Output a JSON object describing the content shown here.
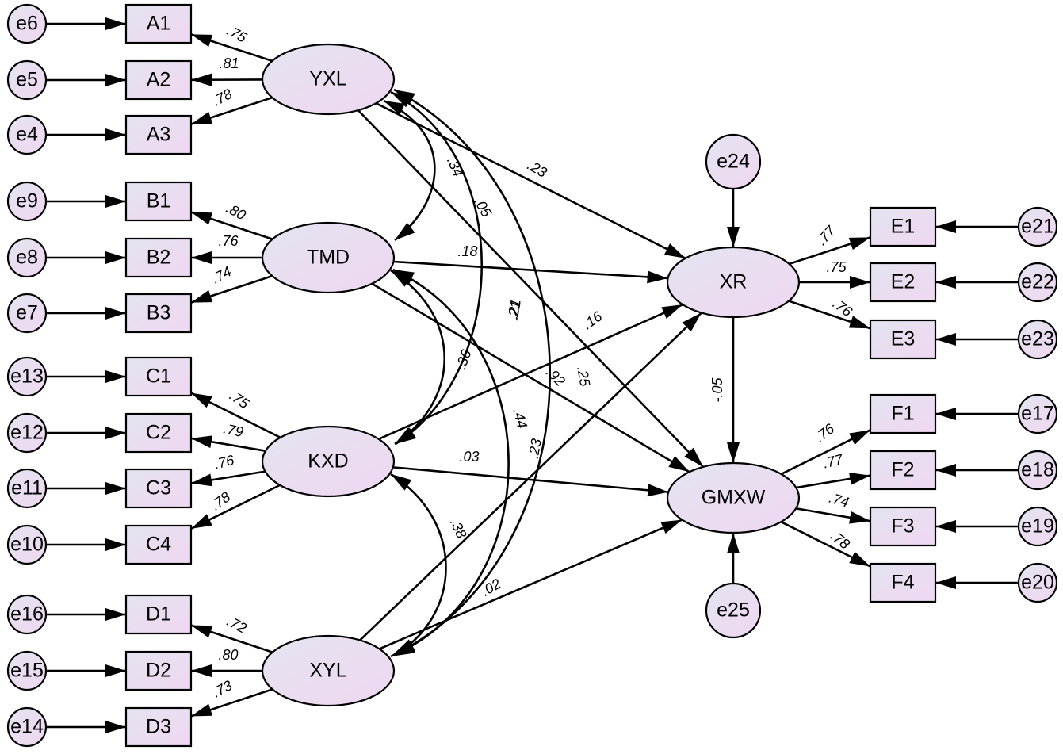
{
  "diagram": {
    "latent": [
      {
        "id": "YXL",
        "label": "YXL"
      },
      {
        "id": "TMD",
        "label": "TMD"
      },
      {
        "id": "KXD",
        "label": "KXD"
      },
      {
        "id": "XYL",
        "label": "XYL"
      },
      {
        "id": "XR",
        "label": "XR"
      },
      {
        "id": "GMXW",
        "label": "GMXW"
      }
    ],
    "observed": [
      {
        "id": "A1",
        "label": "A1"
      },
      {
        "id": "A2",
        "label": "A2"
      },
      {
        "id": "A3",
        "label": "A3"
      },
      {
        "id": "B1",
        "label": "B1"
      },
      {
        "id": "B2",
        "label": "B2"
      },
      {
        "id": "B3",
        "label": "B3"
      },
      {
        "id": "C1",
        "label": "C1"
      },
      {
        "id": "C2",
        "label": "C2"
      },
      {
        "id": "C3",
        "label": "C3"
      },
      {
        "id": "C4",
        "label": "C4"
      },
      {
        "id": "D1",
        "label": "D1"
      },
      {
        "id": "D2",
        "label": "D2"
      },
      {
        "id": "D3",
        "label": "D3"
      },
      {
        "id": "E1",
        "label": "E1"
      },
      {
        "id": "E2",
        "label": "E2"
      },
      {
        "id": "E3",
        "label": "E3"
      },
      {
        "id": "F1",
        "label": "F1"
      },
      {
        "id": "F2",
        "label": "F2"
      },
      {
        "id": "F3",
        "label": "F3"
      },
      {
        "id": "F4",
        "label": "F4"
      }
    ],
    "errors": [
      {
        "id": "e6",
        "label": "e6"
      },
      {
        "id": "e5",
        "label": "e5"
      },
      {
        "id": "e4",
        "label": "e4"
      },
      {
        "id": "e9",
        "label": "e9"
      },
      {
        "id": "e8",
        "label": "e8"
      },
      {
        "id": "e7",
        "label": "e7"
      },
      {
        "id": "e13",
        "label": "e13"
      },
      {
        "id": "e12",
        "label": "e12"
      },
      {
        "id": "e11",
        "label": "e11"
      },
      {
        "id": "e10",
        "label": "e10"
      },
      {
        "id": "e16",
        "label": "e16"
      },
      {
        "id": "e15",
        "label": "e15"
      },
      {
        "id": "e14",
        "label": "e14"
      },
      {
        "id": "e21",
        "label": "e21"
      },
      {
        "id": "e22",
        "label": "e22"
      },
      {
        "id": "e23",
        "label": "e23"
      },
      {
        "id": "e17",
        "label": "e17"
      },
      {
        "id": "e18",
        "label": "e18"
      },
      {
        "id": "e19",
        "label": "e19"
      },
      {
        "id": "e20",
        "label": "e20"
      },
      {
        "id": "e24",
        "label": "e24"
      },
      {
        "id": "e25",
        "label": "e25"
      }
    ],
    "loadings": [
      {
        "from": "YXL",
        "to": "A1",
        "value": ".75"
      },
      {
        "from": "YXL",
        "to": "A2",
        "value": ".81"
      },
      {
        "from": "YXL",
        "to": "A3",
        "value": ".78"
      },
      {
        "from": "TMD",
        "to": "B1",
        "value": ".80"
      },
      {
        "from": "TMD",
        "to": "B2",
        "value": ".76"
      },
      {
        "from": "TMD",
        "to": "B3",
        "value": ".74"
      },
      {
        "from": "KXD",
        "to": "C1",
        "value": ".75"
      },
      {
        "from": "KXD",
        "to": "C2",
        "value": ".79"
      },
      {
        "from": "KXD",
        "to": "C3",
        "value": ".76"
      },
      {
        "from": "KXD",
        "to": "C4",
        "value": ".78"
      },
      {
        "from": "XYL",
        "to": "D1",
        "value": ".72"
      },
      {
        "from": "XYL",
        "to": "D2",
        "value": ".80"
      },
      {
        "from": "XYL",
        "to": "D3",
        "value": ".73"
      },
      {
        "from": "XR",
        "to": "E1",
        "value": ".77"
      },
      {
        "from": "XR",
        "to": "E2",
        "value": ".75"
      },
      {
        "from": "XR",
        "to": "E3",
        "value": ".76"
      },
      {
        "from": "GMXW",
        "to": "F1",
        "value": ".76"
      },
      {
        "from": "GMXW",
        "to": "F2",
        "value": ".77"
      },
      {
        "from": "GMXW",
        "to": "F3",
        "value": ".74"
      },
      {
        "from": "GMXW",
        "to": "F4",
        "value": ".78"
      }
    ],
    "paths": [
      {
        "from": "YXL",
        "to": "XR",
        "value": ".23"
      },
      {
        "from": "TMD",
        "to": "XR",
        "value": ".18"
      },
      {
        "from": "KXD",
        "to": "XR",
        "value": ".16"
      },
      {
        "from": "XYL",
        "to": "XR",
        "value": ".21"
      },
      {
        "from": "YXL",
        "to": "GMXW",
        "value": ".05"
      },
      {
        "from": "TMD",
        "to": "GMXW",
        "value": ".92"
      },
      {
        "from": "KXD",
        "to": "GMXW",
        "value": ".03"
      },
      {
        "from": "XYL",
        "to": "GMXW",
        "value": ".02"
      },
      {
        "from": "XR",
        "to": "GMXW",
        "value": "-.05"
      }
    ],
    "covariances": [
      {
        "a": "YXL",
        "b": "TMD",
        "value": ".34"
      },
      {
        "a": "YXL",
        "b": "KXD",
        "value": ".21"
      },
      {
        "a": "YXL",
        "b": "XYL",
        "value": ".25"
      },
      {
        "a": "TMD",
        "b": "KXD",
        "value": ".36"
      },
      {
        "a": "TMD",
        "b": "XYL",
        "value": ".44"
      },
      {
        "a": "TMD",
        "b": "XYL",
        "value": ".23"
      },
      {
        "a": "KXD",
        "b": "XYL",
        "value": ".38"
      }
    ],
    "colors": {
      "fill_start": "#e4e4ef",
      "fill_end": "#efd7f2",
      "line": "#000000"
    }
  }
}
